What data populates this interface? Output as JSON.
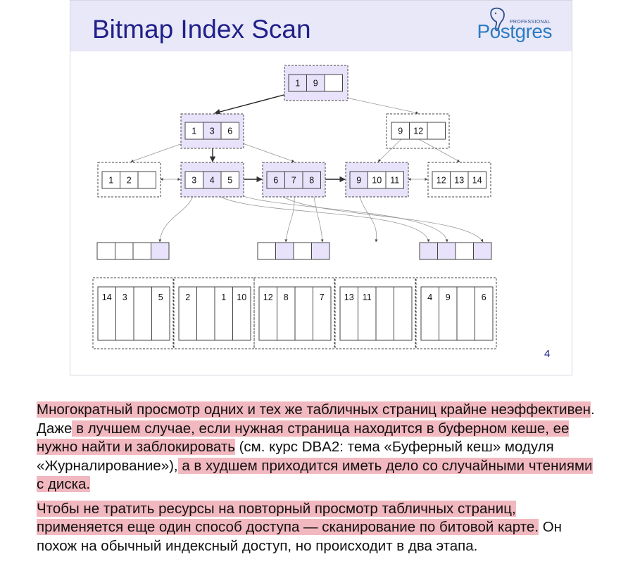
{
  "slide": {
    "title": "Bitmap Index Scan",
    "logo": {
      "small_text": "PROFESSIONAL",
      "word": "Postgres"
    },
    "page_number": "4"
  },
  "diagram": {
    "root": [
      "1",
      "9",
      ""
    ],
    "level2": [
      [
        "1",
        "3",
        "6"
      ],
      [
        "9",
        "12",
        ""
      ]
    ],
    "leaves": [
      [
        "1",
        "2",
        ""
      ],
      [
        "3",
        "4",
        "5"
      ],
      [
        "6",
        "7",
        "8"
      ],
      [
        "9",
        "10",
        "11"
      ],
      [
        "12",
        "13",
        "14"
      ]
    ],
    "bitmaps": [
      [
        false,
        false,
        false,
        true
      ],
      [
        false,
        true,
        false,
        true
      ],
      [
        true,
        true,
        false,
        true
      ]
    ],
    "pages": [
      [
        "14",
        "3",
        "",
        "5"
      ],
      [
        "2",
        "",
        "1",
        "10"
      ],
      [
        "12",
        "8",
        "",
        "7"
      ],
      [
        "13",
        "11",
        "",
        ""
      ],
      [
        "4",
        "9",
        "",
        "6"
      ]
    ],
    "colors": {
      "highlight": "#e8e2fa",
      "highlight_border": "#8a84b8"
    }
  },
  "narrative": [
    [
      {
        "text": "Многократный просмотр одних и тех же табличных страниц крайне неэффективен",
        "hl": true
      },
      {
        "text": ". Даже",
        "hl": false
      },
      {
        "text": " в лучшем случае, если нужная страница находится в буферном кеше, ее нужно найти и заблокировать",
        "hl": true
      },
      {
        "text": " (см. курс DBA2: тема «Буферный кеш» модуля «Журналирование»),",
        "hl": false
      },
      {
        "text": " а в худшем приходится иметь дело со случайными чтениями с диска.",
        "hl": true
      }
    ],
    [
      {
        "text": "Чтобы не тратить ресурсы на повторный просмотр табличных страниц, применяется еще один способ доступа — сканирование по битовой карте.",
        "hl": true
      },
      {
        "text": " Он похож на обычный индексный доступ, но происходит в два этапа.",
        "hl": false
      }
    ]
  ]
}
